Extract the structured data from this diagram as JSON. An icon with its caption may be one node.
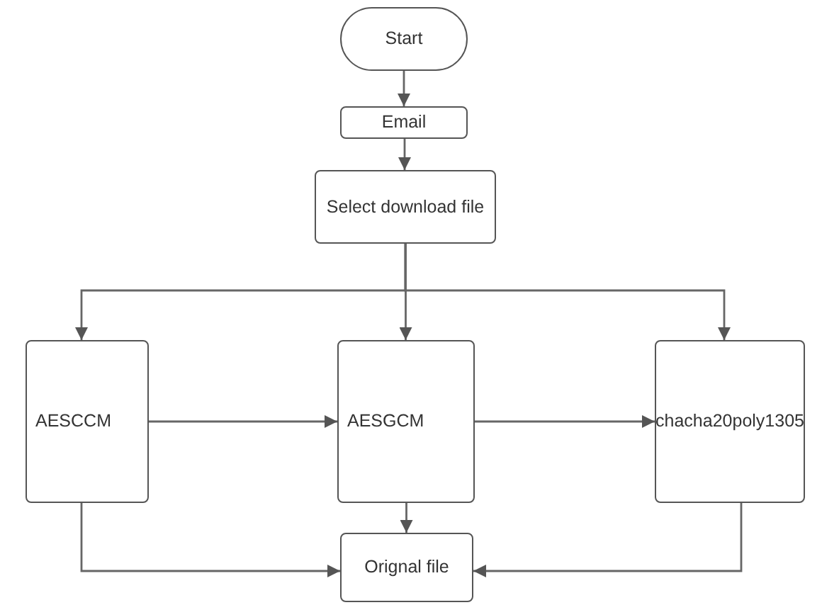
{
  "diagram": {
    "nodes": [
      {
        "text": [
          "Start"
        ]
      },
      {
        "text": [
          "Email"
        ]
      },
      {
        "text": [
          "Select download file"
        ]
      },
      {
        "text": [
          "AESCCM"
        ]
      },
      {
        "text": [
          "AESGCM"
        ]
      },
      {
        "text": [
          "chacha20poly1305"
        ]
      },
      {
        "text": [
          "Orignal file"
        ]
      }
    ],
    "edges": [
      {
        "from": 0,
        "to": 1,
        "arrow": "to"
      },
      {
        "from": 1,
        "to": 2,
        "arrow": "to"
      },
      {
        "from": 2,
        "to": 3,
        "arrow": "to"
      },
      {
        "from": 2,
        "to": 4,
        "arrow": "to"
      },
      {
        "from": 2,
        "to": 5,
        "arrow": "to"
      },
      {
        "from": 3,
        "to": 4,
        "arrow": "to"
      },
      {
        "from": 4,
        "to": 5,
        "arrow": "to"
      },
      {
        "from": 4,
        "to": 6,
        "arrow": "to"
      },
      {
        "from": 3,
        "to": 6,
        "arrow": "to"
      },
      {
        "from": 5,
        "to": 6,
        "arrow": "to"
      }
    ]
  }
}
